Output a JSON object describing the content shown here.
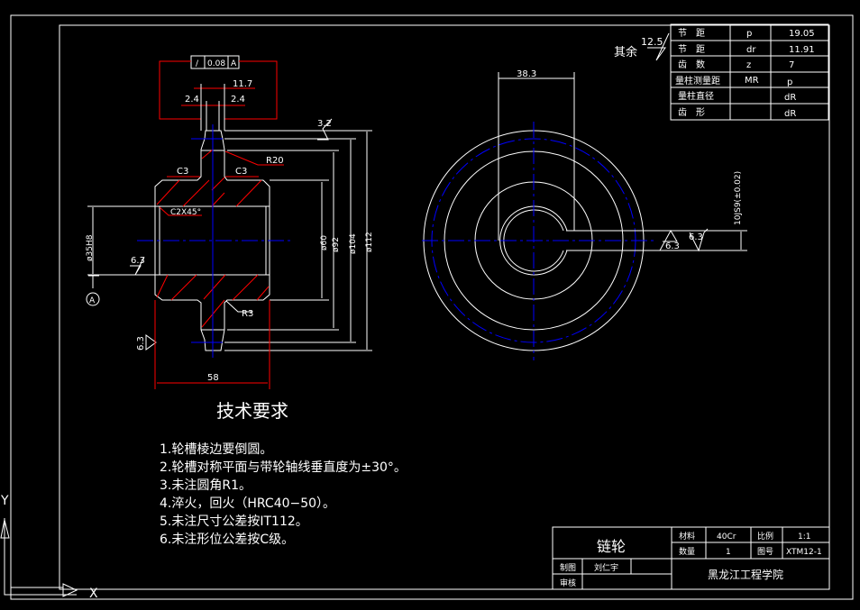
{
  "colors": {
    "background": "#000000",
    "geometry": "#ffffff",
    "dimension": "#ff0000",
    "centerline": "#0000ff"
  },
  "surface_finish": {
    "label": "其余",
    "value": "12.5"
  },
  "param_table": [
    {
      "name": "节　距",
      "symbol": "p",
      "value": "19.05"
    },
    {
      "name": "节　距",
      "symbol": "dr",
      "value": "11.91"
    },
    {
      "name": "齿　数",
      "symbol": "z",
      "value": "7"
    },
    {
      "name": "量柱测量距",
      "symbol": "MR",
      "value": "p"
    },
    {
      "name": "量柱直径",
      "symbol": "",
      "value": "dR"
    },
    {
      "name": "齿　形",
      "symbol": "",
      "value": "dR"
    }
  ],
  "section_view": {
    "tolerance_frame": {
      "symbol": "/",
      "value": "0.08",
      "datum": "A"
    },
    "dims": {
      "d11_7": "11.7",
      "d2_4a": "2.4",
      "d2_4b": "2.4",
      "rough_top": "3.2",
      "r20": "R20",
      "c3a": "C3",
      "c3b": "C3",
      "chamfer": "C2X45°",
      "bore": "ø35H8",
      "rough_bore": "6.3",
      "datum": "A",
      "d60": "ø60",
      "d92": "ø92",
      "d104": "ø104",
      "d112": "ø112",
      "r3": "R3",
      "rough_side": "6.3",
      "width": "58"
    }
  },
  "end_view": {
    "dims": {
      "keyway_depth": "38.3",
      "keyway_width": "10JS9(±0.02)",
      "rough1": "6.3",
      "rough2": "6.3"
    }
  },
  "tech_req": {
    "title": "技术要求",
    "items": [
      "1.轮槽棱边要倒圆。",
      "2.轮槽对称平面与带轮轴线垂直度为±30°。",
      "3.未注圆角R1。",
      "4.淬火，回火（HRC40−50）。",
      "5.未注尺寸公差按IT112。",
      "6.未注形位公差按C级。"
    ]
  },
  "title_block": {
    "part_name": "链轮",
    "material_label": "材料",
    "material": "40Cr",
    "scale_label": "比例",
    "scale": "1:1",
    "qty_label": "数量",
    "qty": "1",
    "drawing_no_label": "图号",
    "drawing_no": "XTM12-1",
    "drawn_label": "制图",
    "drawn_by": "刘仁宇",
    "checked_label": "审核",
    "school": "黑龙江工程学院"
  },
  "ucs": {
    "x": "X",
    "y": "Y"
  }
}
